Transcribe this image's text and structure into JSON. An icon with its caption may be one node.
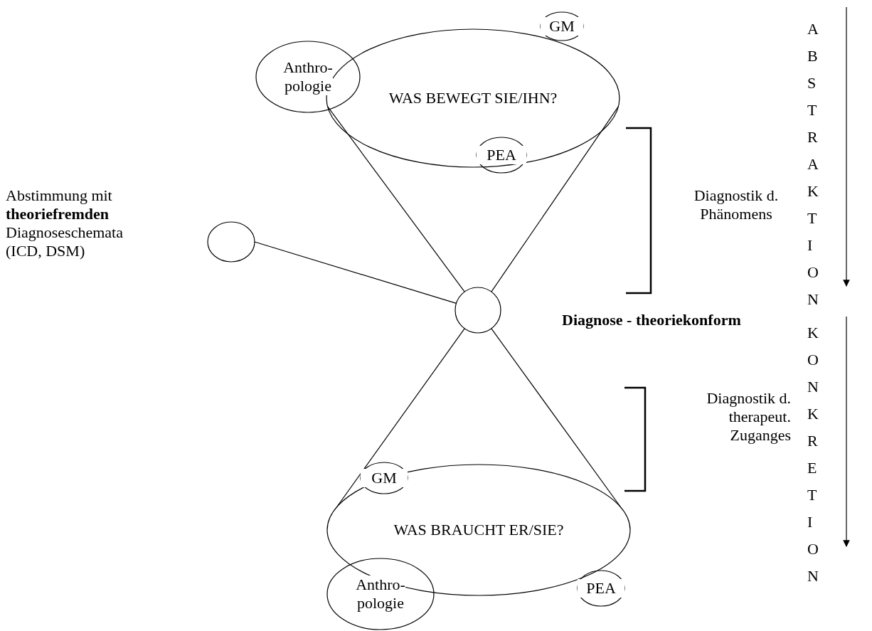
{
  "diagram": {
    "nodes": [
      {
        "text": [
          "WAS  BEWEGT SIE/IHN?"
        ]
      },
      {
        "text": [
          "Anthro- pologie"
        ]
      },
      {
        "text": [
          "GM"
        ]
      },
      {
        "text": [
          "PEA"
        ]
      },
      {
        "text": [],
        "shape": "circle"
      },
      {
        "text": [],
        "shape": "circle"
      },
      {
        "text": [
          "WAS BRAUCHT ER/SIE?"
        ]
      },
      {
        "text": [
          "GM"
        ]
      },
      {
        "text": [
          "Anthro- pologie"
        ]
      },
      {
        "text": [
          "PEA"
        ]
      }
    ],
    "edges": [
      {
        "from": 0,
        "to": 4,
        "arrow": "none"
      },
      {
        "from": 0,
        "to": 4,
        "arrow": "none"
      },
      {
        "from": 4,
        "to": 6,
        "arrow": "none"
      },
      {
        "from": 4,
        "to": 6,
        "arrow": "none"
      },
      {
        "from": 5,
        "to": 4,
        "arrow": "none"
      }
    ],
    "labels": [
      "Abstimmung mit **theoriefremden** Diagnoseschemata (ICD, DSM)",
      "Diagnostik d. Phänomens",
      "Diagnose - theoriekonform",
      "Diagnostik d. therapeut. Zuganges",
      "ABSTRAKTION",
      "KONKRETION"
    ]
  }
}
